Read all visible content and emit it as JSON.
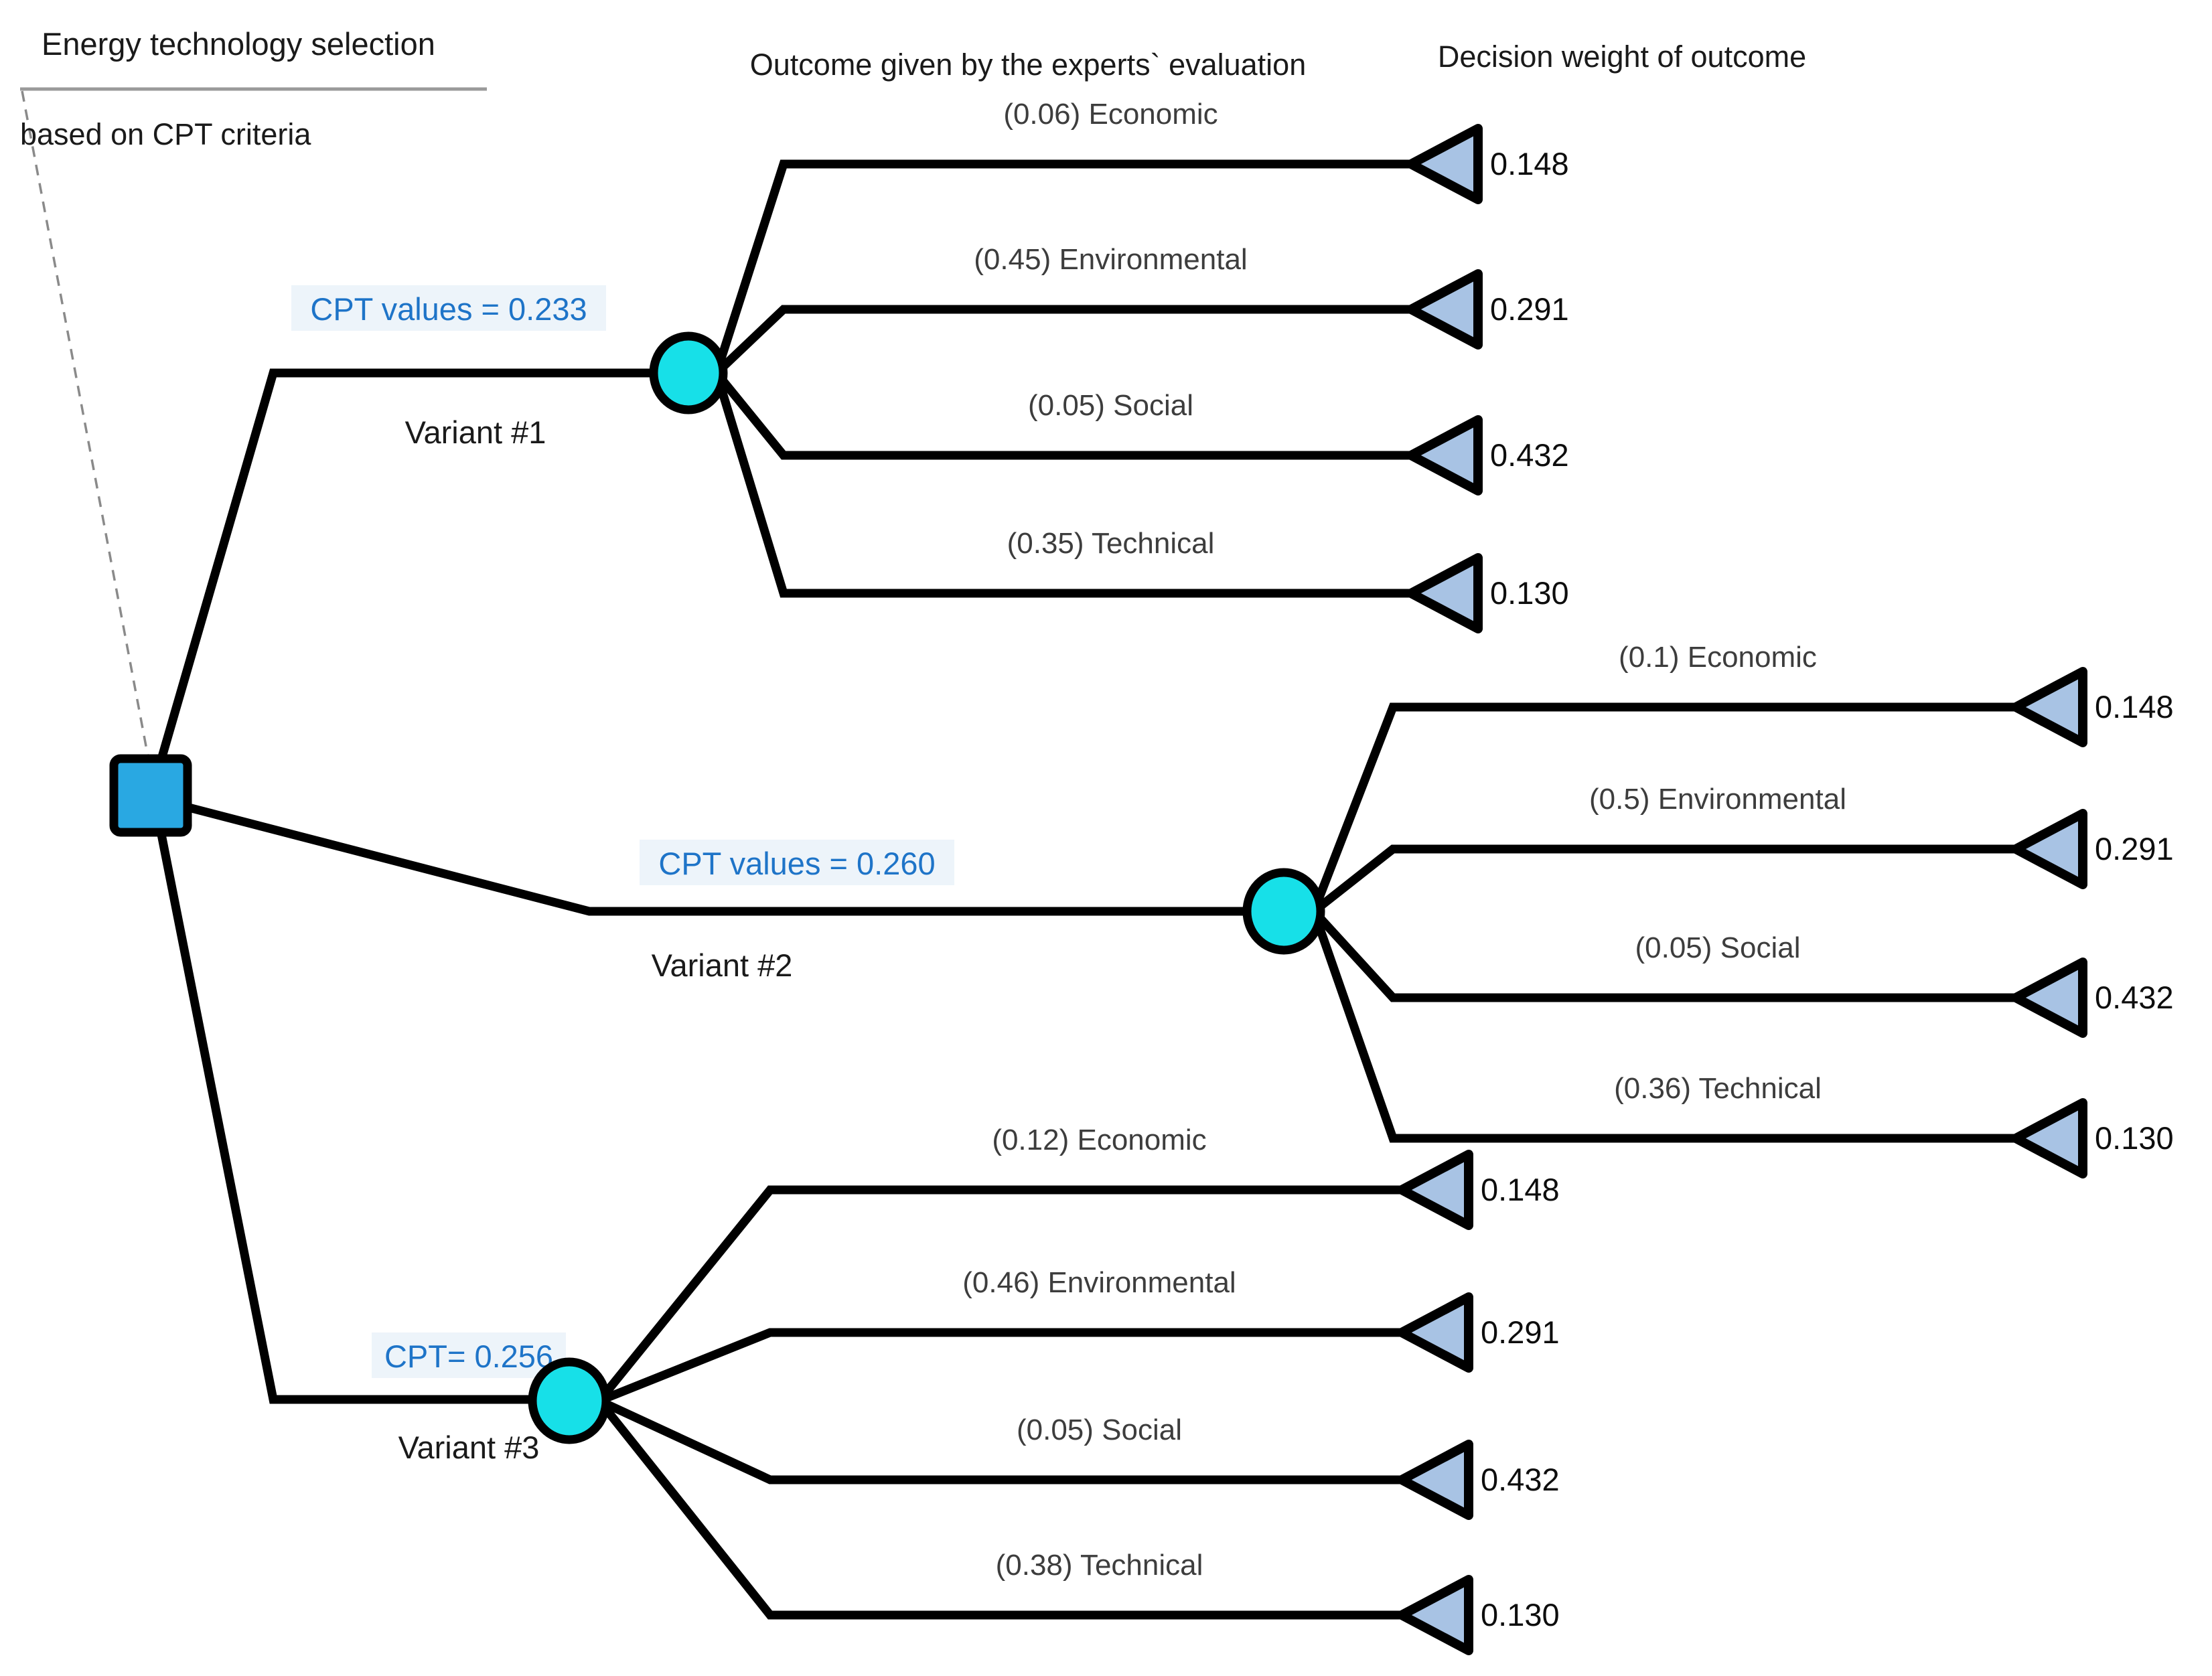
{
  "title": {
    "line1": "Energy technology selection",
    "line2": "based on CPT criteria"
  },
  "headers": {
    "outcome": "Outcome given by the experts` evaluation",
    "weight": "Decision weight of outcome"
  },
  "colors": {
    "decision_node": "#29A8E2",
    "chance_node": "#17E0E8",
    "terminal_node": "#A8C3E4",
    "cpt_text": "#1E74C8",
    "line": "#000000",
    "outcome_text": "#3d3d3d"
  },
  "tree": {
    "root_type": "decision-square",
    "variants": [
      {
        "name": "Variant #1",
        "cpt_label": "CPT values = 0.233",
        "cpt_value": "0.233",
        "outcomes": [
          {
            "label": "(0.06) Economic",
            "probability": "0.06",
            "criterion": "Economic",
            "weight": "0.148"
          },
          {
            "label": "(0.45) Environmental",
            "probability": "0.45",
            "criterion": "Environmental",
            "weight": "0.291"
          },
          {
            "label": "(0.05) Social",
            "probability": "0.05",
            "criterion": "Social",
            "weight": "0.432"
          },
          {
            "label": "(0.35) Technical",
            "probability": "0.35",
            "criterion": "Technical",
            "weight": "0.130"
          }
        ]
      },
      {
        "name": "Variant #2",
        "cpt_label": "CPT values = 0.260",
        "cpt_value": "0.260",
        "outcomes": [
          {
            "label": "(0.1) Economic",
            "probability": "0.1",
            "criterion": "Economic",
            "weight": "0.148"
          },
          {
            "label": "(0.5) Environmental",
            "probability": "0.5",
            "criterion": "Environmental",
            "weight": "0.291"
          },
          {
            "label": "(0.05) Social",
            "probability": "0.05",
            "criterion": "Social",
            "weight": "0.432"
          },
          {
            "label": "(0.36) Technical",
            "probability": "0.36",
            "criterion": "Technical",
            "weight": "0.130"
          }
        ]
      },
      {
        "name": "Variant #3",
        "cpt_label": "CPT= 0.256",
        "cpt_value": "0.256",
        "outcomes": [
          {
            "label": "(0.12) Economic",
            "probability": "0.12",
            "criterion": "Economic",
            "weight": "0.148"
          },
          {
            "label": "(0.46) Environmental",
            "probability": "0.46",
            "criterion": "Environmental",
            "weight": "0.291"
          },
          {
            "label": "(0.05) Social",
            "probability": "0.05",
            "criterion": "Social",
            "weight": "0.432"
          },
          {
            "label": "(0.38) Technical",
            "probability": "0.38",
            "criterion": "Technical",
            "weight": "0.130"
          }
        ]
      }
    ]
  }
}
